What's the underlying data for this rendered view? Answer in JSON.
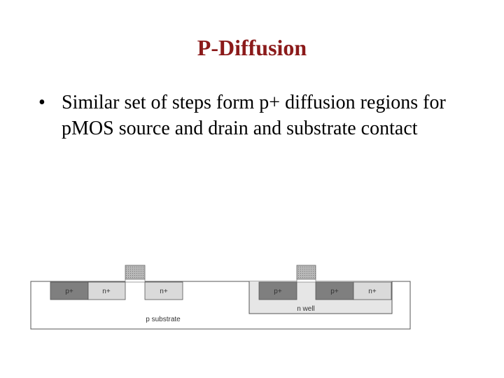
{
  "slide": {
    "title": "P-Diffusion",
    "bullet_symbol": "•",
    "bullet_text": "Similar set of steps form p+ diffusion regions for pMOS source and drain and substrate contact"
  },
  "diagram": {
    "left_cross_section": {
      "regions": [
        "p+",
        "n+",
        "n+"
      ],
      "substrate_label": "p substrate"
    },
    "right_cross_section": {
      "regions": [
        "p+",
        "p+",
        "n+"
      ],
      "well_label": "n well"
    }
  }
}
